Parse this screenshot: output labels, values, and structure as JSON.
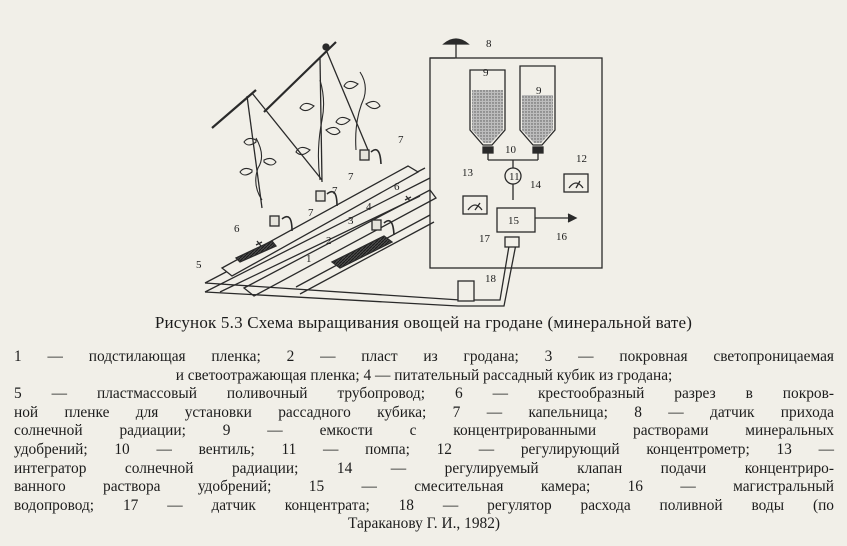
{
  "figure": {
    "callouts": [
      "1",
      "2",
      "3",
      "4",
      "5",
      "6",
      "6",
      "7",
      "7",
      "7",
      "7",
      "8",
      "9",
      "9",
      "10",
      "11",
      "12",
      "13",
      "14",
      "15",
      "16",
      "17",
      "18"
    ]
  },
  "caption": "Рисунок 5.3 Схема выращивания овощей на гродане (минеральной вате)",
  "legend_lines": [
    "1 — подстилающая пленка; 2 — пласт из гродана; 3 — покровная светопроницаемая",
    "и светоотражающая пленка; 4 — питательный рассадный кубик из гродана;",
    "5 — пластмассовый поливочный трубопровод; 6 — крестообразный разрез в покров-",
    "ной пленке для установки рассадного кубика; 7 — капельница; 8 — датчик прихода",
    "солнечной радиации; 9 — емкости с концентрированными растворами минеральных",
    "удобрений; 10 — вентиль; 11 — помпа; 12 — регулирующий концентрометр; 13 —",
    "интегратор солнечной радиации; 14 — регулируемый клапан подачи концентриро-",
    "ванного раствора удобрений; 15 — смесительная камера; 16 — магистральный",
    "водопровод; 17 — датчик концентрата; 18 — регулятор расхода поливной воды (по",
    "Тараканову Г. И., 1982)"
  ]
}
